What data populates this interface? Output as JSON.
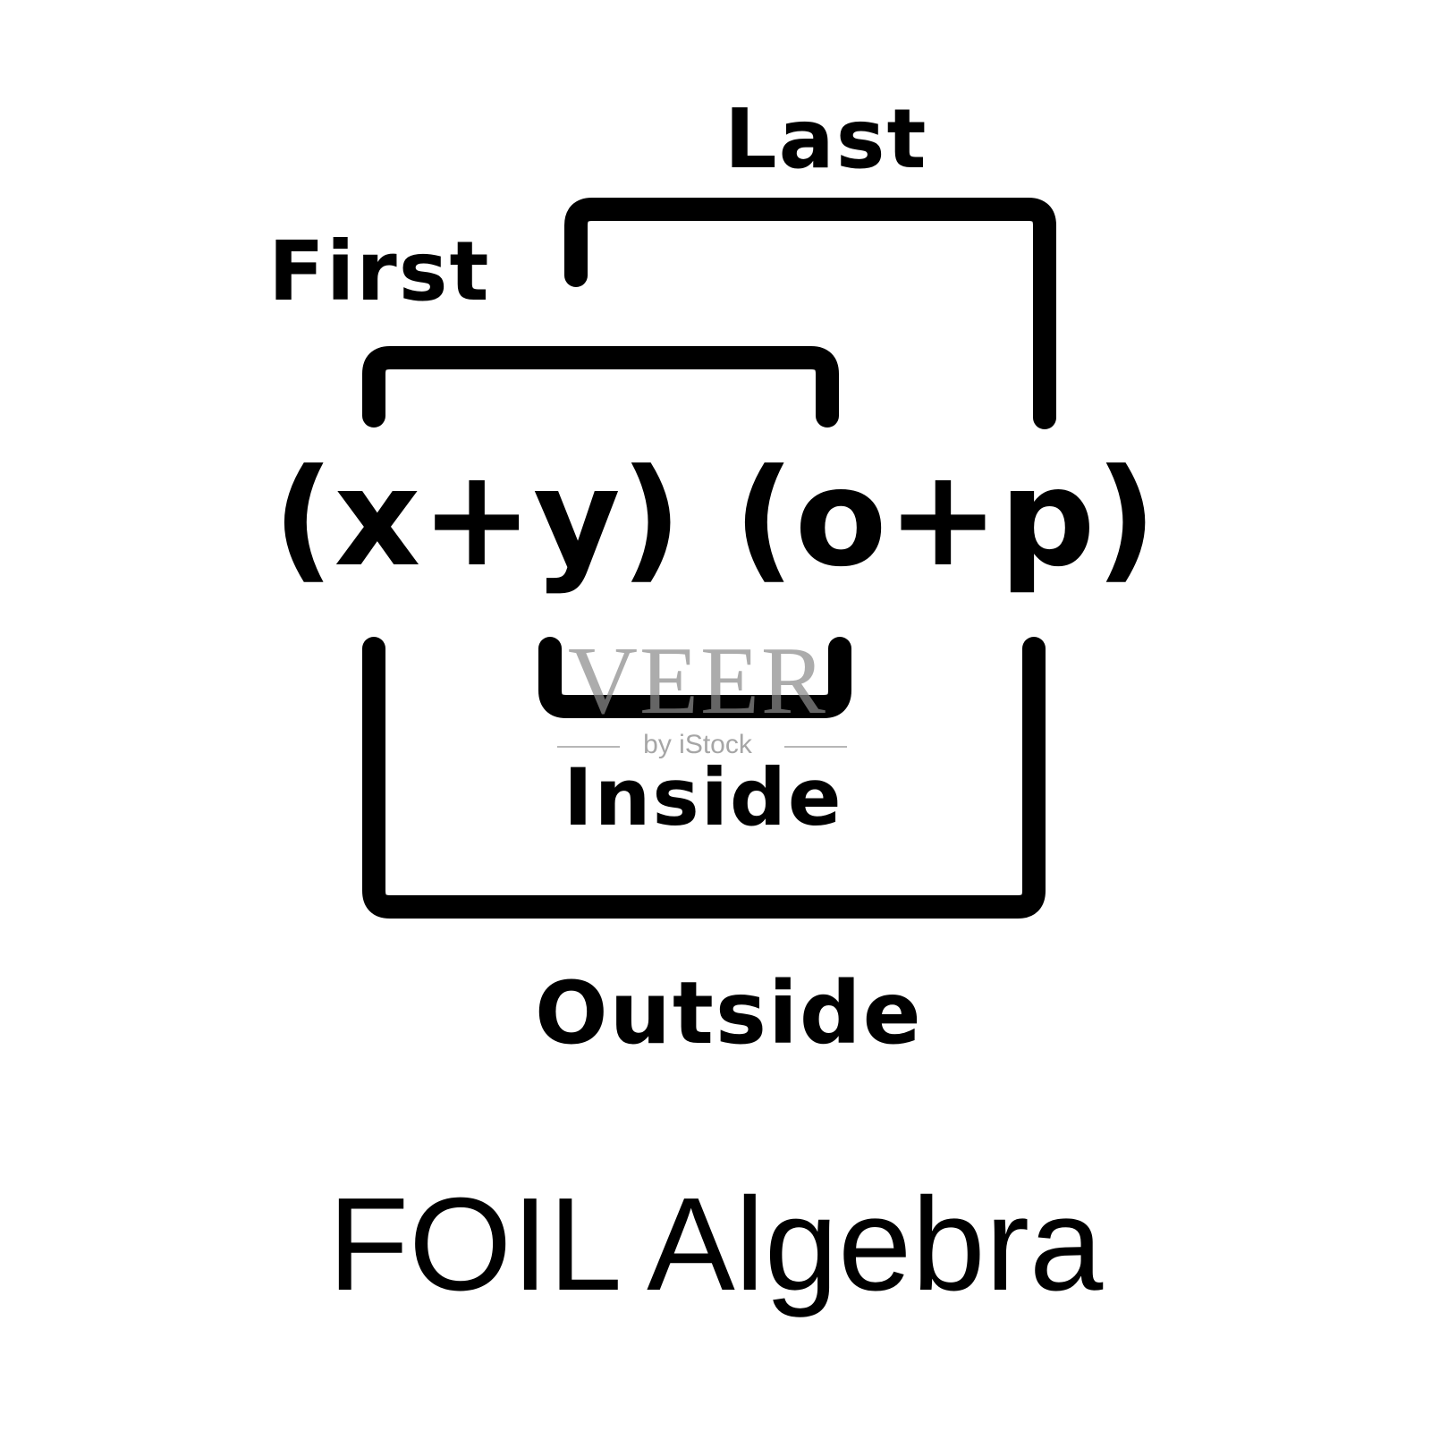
{
  "labels": {
    "last": "Last",
    "first": "First",
    "inside": "Inside",
    "outside": "Outside"
  },
  "expression": {
    "left_factor": "(x+y)",
    "right_factor": "(o+p)"
  },
  "caption": "FOIL Algebra",
  "watermark": {
    "brand": "VEER",
    "sub": "by iStock"
  },
  "colors": {
    "ink": "#000000",
    "background": "#ffffff",
    "watermark": "#8c8c8c"
  }
}
